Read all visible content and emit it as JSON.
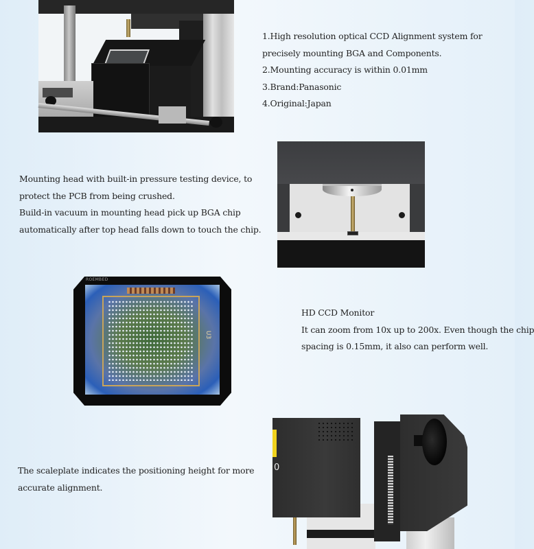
{
  "sections": [
    {
      "id": "ccd-alignment",
      "image": {
        "alt": "CCD optical alignment unit",
        "icon": "ccd-camera-photo"
      },
      "lines": [
        "1.High resolution optical CCD Alignment system for",
        "precisely mounting BGA and Components.",
        "2.Mounting accuracy is within 0.01mm",
        "3.Brand:Panasonic",
        "4.Original:Japan"
      ]
    },
    {
      "id": "mounting-head",
      "image": {
        "alt": "Mounting head with vacuum nozzle",
        "icon": "mounting-head-photo"
      },
      "lines": [
        "Mounting head with built-in pressure testing device, to",
        "protect the PCB from being crushed.",
        "Build-in vacuum in mounting head pick up BGA chip",
        "automatically after top head falls down to touch the chip."
      ]
    },
    {
      "id": "hd-ccd-monitor",
      "image": {
        "alt": "HD CCD monitor showing BGA solder ball array",
        "icon": "monitor-photo",
        "screen_label": "ROEMBED",
        "screen_mark": "U3"
      },
      "lines": [
        "HD CCD Monitor",
        "It can zoom from 10x up to 200x. Even though the chip",
        "spacing is 0.15mm, it also can perform well."
      ]
    },
    {
      "id": "scaleplate",
      "image": {
        "alt": "Height scaleplate on machine column",
        "icon": "scaleplate-photo",
        "digit": "0"
      },
      "lines": [
        "The scaleplate indicates the positioning height for more",
        "accurate alignment."
      ]
    }
  ],
  "colors": {
    "background_left": "#dfedf8",
    "background_mid": "#f3f8fc",
    "text": "#222222"
  }
}
